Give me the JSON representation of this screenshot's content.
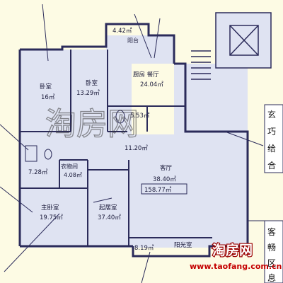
{
  "rooms": {
    "balcony_top": {
      "area": "4.42㎡",
      "name": "阳台"
    },
    "bedroom_left": {
      "name": "卧室",
      "area": "16㎡"
    },
    "bedroom_mid": {
      "name": "卧室",
      "area": "13.29㎡"
    },
    "kitchen_dining": {
      "name": "厨房  餐厅",
      "area": "24.04㎡"
    },
    "bath": {
      "area": "5.53㎡"
    },
    "corridor": {
      "area": "11.20㎡"
    },
    "living": {
      "name": "客厅",
      "area": "38.40㎡",
      "total": "158.77㎡"
    },
    "bath2": {
      "area": "7.28㎡"
    },
    "storage": {
      "name": "衣物间",
      "area": "4.08㎡"
    },
    "master": {
      "name": "主卧室",
      "area": "19.75㎡"
    },
    "lounge": {
      "name": "起居室",
      "area": "37.40㎡"
    },
    "sun_room": {
      "area": "8.19㎡",
      "name": "阳光室"
    }
  },
  "side_notes": {
    "upper": [
      "玄",
      "巧",
      "给",
      "合"
    ],
    "lower": [
      "客",
      "畅",
      "区",
      "息"
    ]
  },
  "watermark": "淘房网",
  "brand": {
    "name": "淘房网",
    "url": "www.taofang.com.cn"
  },
  "colors": {
    "background": "#fdfbe4",
    "floor": "#dfe3f2",
    "wall": "#2b2b5a",
    "brand_red": "#c40000"
  }
}
